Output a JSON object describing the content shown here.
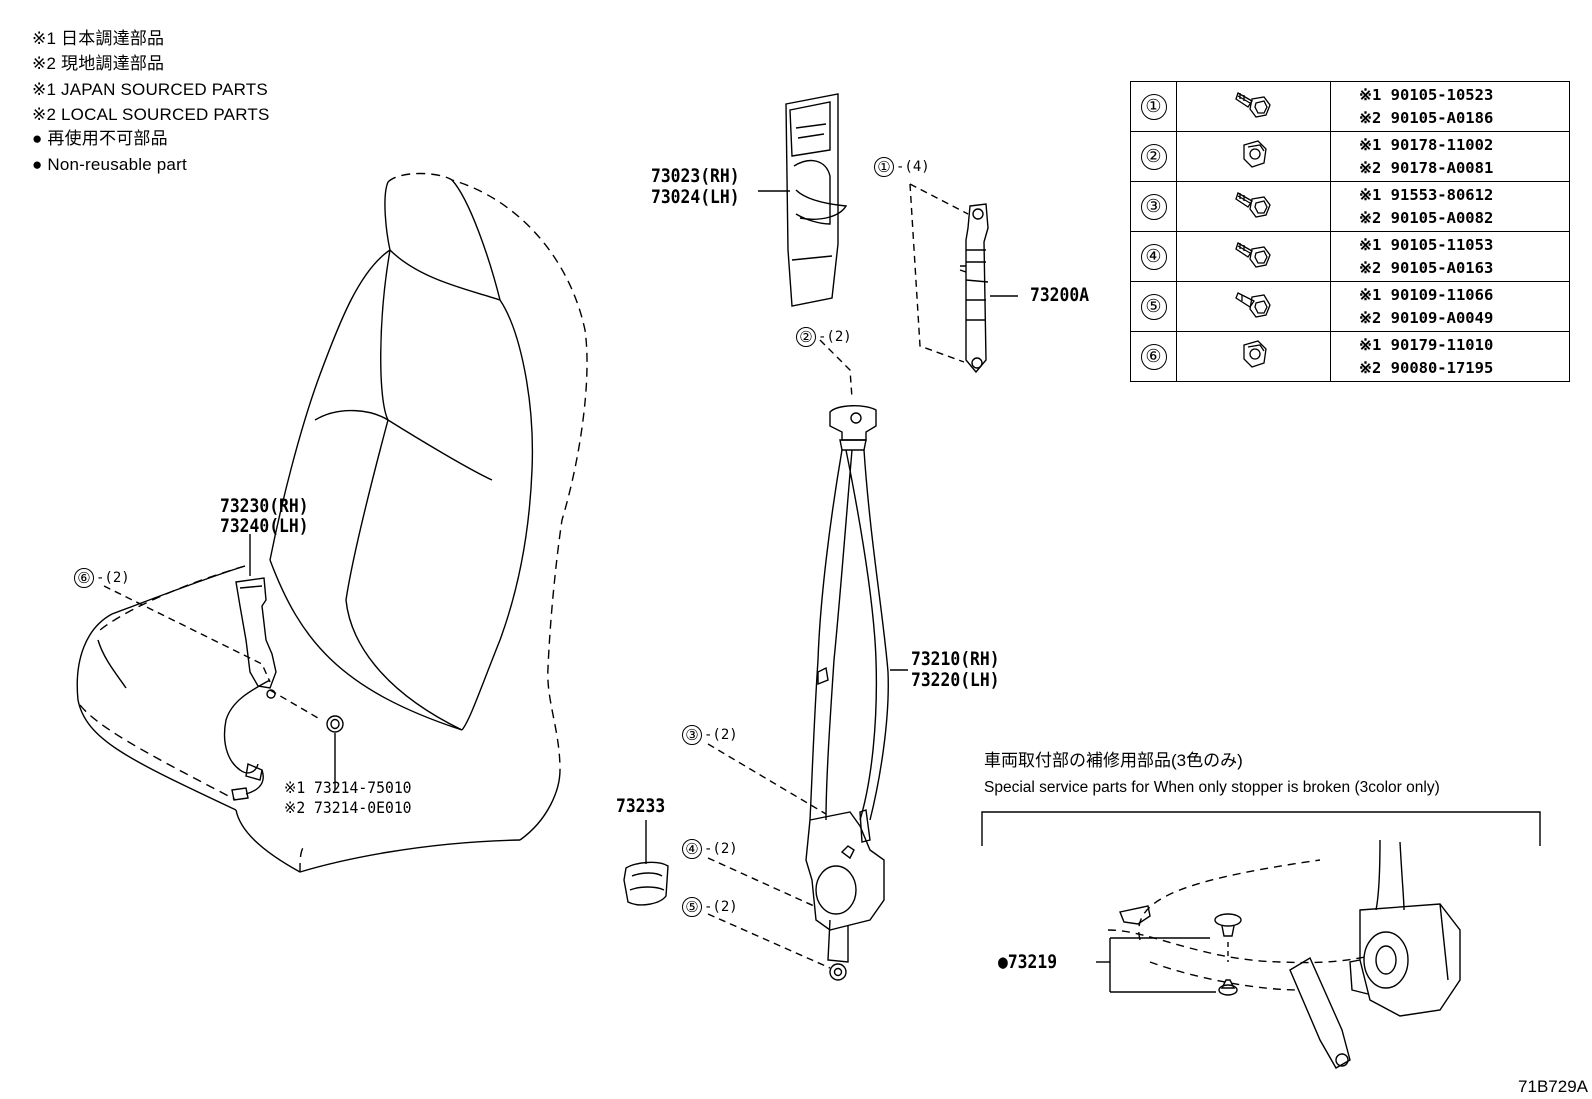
{
  "legend": [
    "※1 日本調達部品",
    "※2 現地調達部品",
    "※1 JAPAN SOURCED PARTS",
    "※2 LOCAL SOURCED PARTS",
    "● 再使用不可部品",
    "● Non-reusable part"
  ],
  "parts": {
    "p73230": "73230(RH)",
    "p73240": "73240(LH)",
    "p73023": "73023(RH)",
    "p73024": "73024(LH)",
    "p73200A": "73200A",
    "p73210": "73210(RH)",
    "p73220": "73220(LH)",
    "p73233": "73233",
    "p73219": "●73219",
    "p73214_1": "※1 73214-75010",
    "p73214_2": "※2 73214-0E010"
  },
  "callouts": [
    {
      "num": "①",
      "qty": "-(4)"
    },
    {
      "num": "②",
      "qty": "-(2)"
    },
    {
      "num": "③",
      "qty": "-(2)"
    },
    {
      "num": "④",
      "qty": "-(2)"
    },
    {
      "num": "⑤",
      "qty": "-(2)"
    },
    {
      "num": "⑥",
      "qty": "-(2)"
    }
  ],
  "bolt_table": [
    {
      "num": "①",
      "icon": "bolt-flange-icon",
      "pn1": "※1 90105-10523",
      "pn2": "※2 90105-A0186"
    },
    {
      "num": "②",
      "icon": "nut-flange-icon",
      "pn1": "※1 90178-11002",
      "pn2": "※2 90178-A0081"
    },
    {
      "num": "③",
      "icon": "bolt-flange-icon",
      "pn1": "※1 91553-80612",
      "pn2": "※2 90105-A0082"
    },
    {
      "num": "④",
      "icon": "bolt-flange-icon",
      "pn1": "※1 90105-11053",
      "pn2": "※2 90105-A0163"
    },
    {
      "num": "⑤",
      "icon": "bolt-shoulder-icon",
      "pn1": "※1 90109-11066",
      "pn2": "※2 90109-A0049"
    },
    {
      "num": "⑥",
      "icon": "nut-flange-icon",
      "pn1": "※1 90179-11010",
      "pn2": "※2 90080-17195"
    }
  ],
  "special": {
    "title_jp": "車両取付部の補修用部品(3色のみ)",
    "title_en": "Special service parts for When only stopper is broken (3color only)"
  },
  "illustration_id": "71B729A"
}
